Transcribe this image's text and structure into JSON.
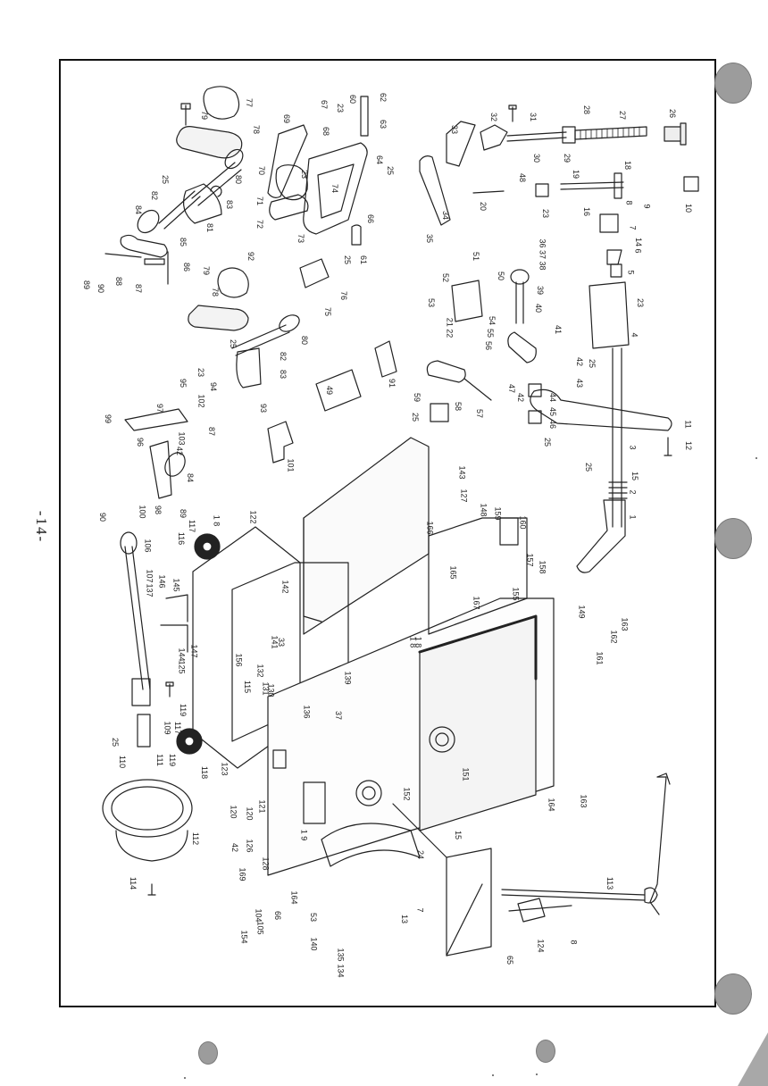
{
  "page": {
    "page_number": "-14-",
    "orientation": "rotated 90° clockwise",
    "type": "exploded parts diagram"
  },
  "punch_holes": [
    {
      "name": "punch-hole-top-right"
    },
    {
      "name": "punch-hole-mid-right"
    },
    {
      "name": "punch-hole-bottom-right"
    },
    {
      "name": "punch-hole-bottom-left"
    },
    {
      "name": "punch-hole-bottom-center"
    }
  ],
  "callouts": [
    {
      "id": "c77",
      "text": "77"
    },
    {
      "id": "c79a",
      "text": "79"
    },
    {
      "id": "c78a",
      "text": "78"
    },
    {
      "id": "c80a",
      "text": "80"
    },
    {
      "id": "c25a",
      "text": "25"
    },
    {
      "id": "c82a",
      "text": "82"
    },
    {
      "id": "c83a",
      "text": "83"
    },
    {
      "id": "c81",
      "text": "81"
    },
    {
      "id": "c84a",
      "text": "84"
    },
    {
      "id": "c85",
      "text": "85"
    },
    {
      "id": "c86",
      "text": "86"
    },
    {
      "id": "c87a",
      "text": "87"
    },
    {
      "id": "c88",
      "text": "88"
    },
    {
      "id": "c89a",
      "text": "89"
    },
    {
      "id": "c90a",
      "text": "90"
    },
    {
      "id": "c67",
      "text": "67"
    },
    {
      "id": "c69",
      "text": "69"
    },
    {
      "id": "c68",
      "text": "68"
    },
    {
      "id": "c70",
      "text": "70"
    },
    {
      "id": "c23a",
      "text": "23"
    },
    {
      "id": "c71",
      "text": "71"
    },
    {
      "id": "c72",
      "text": "72"
    },
    {
      "id": "c73",
      "text": "73"
    },
    {
      "id": "c74",
      "text": "74"
    },
    {
      "id": "c60",
      "text": "60"
    },
    {
      "id": "c23b",
      "text": "23"
    },
    {
      "id": "c62",
      "text": "62"
    },
    {
      "id": "c63",
      "text": "63"
    },
    {
      "id": "c64",
      "text": "64"
    },
    {
      "id": "c25b",
      "text": "25"
    },
    {
      "id": "c66",
      "text": "66"
    },
    {
      "id": "c61",
      "text": "61"
    },
    {
      "id": "c25c",
      "text": "25"
    },
    {
      "id": "c76",
      "text": "76"
    },
    {
      "id": "c75",
      "text": "75"
    },
    {
      "id": "c33a",
      "text": "33"
    },
    {
      "id": "c32",
      "text": "32"
    },
    {
      "id": "c31",
      "text": "31"
    },
    {
      "id": "c28",
      "text": "28"
    },
    {
      "id": "c27",
      "text": "27"
    },
    {
      "id": "c26",
      "text": "26"
    },
    {
      "id": "c30",
      "text": "30"
    },
    {
      "id": "c29",
      "text": "29"
    },
    {
      "id": "c48",
      "text": "48"
    },
    {
      "id": "c19",
      "text": "19"
    },
    {
      "id": "c18",
      "text": "18"
    },
    {
      "id": "c20",
      "text": "20"
    },
    {
      "id": "c23c",
      "text": "23"
    },
    {
      "id": "c8a",
      "text": "8"
    },
    {
      "id": "c9",
      "text": "9"
    },
    {
      "id": "c10",
      "text": "10"
    },
    {
      "id": "c16",
      "text": "16"
    },
    {
      "id": "c7a",
      "text": "7"
    },
    {
      "id": "c34",
      "text": "34"
    },
    {
      "id": "c35",
      "text": "35"
    },
    {
      "id": "c14",
      "text": "14"
    },
    {
      "id": "c6",
      "text": "6"
    },
    {
      "id": "c5",
      "text": "5"
    },
    {
      "id": "c23d",
      "text": "23"
    },
    {
      "id": "c4",
      "text": "4"
    },
    {
      "id": "c36",
      "text": "36 37 38"
    },
    {
      "id": "c51",
      "text": "51"
    },
    {
      "id": "c50",
      "text": "50"
    },
    {
      "id": "c52",
      "text": "52"
    },
    {
      "id": "c39",
      "text": "39"
    },
    {
      "id": "c40",
      "text": "40"
    },
    {
      "id": "c41",
      "text": "41"
    },
    {
      "id": "c53a",
      "text": "53"
    },
    {
      "id": "c21",
      "text": "21 22"
    },
    {
      "id": "c54",
      "text": "54"
    },
    {
      "id": "c55",
      "text": "55"
    },
    {
      "id": "c56",
      "text": "56"
    },
    {
      "id": "c42a",
      "text": "42"
    },
    {
      "id": "c25d",
      "text": "25"
    },
    {
      "id": "c43",
      "text": "43"
    },
    {
      "id": "c47",
      "text": "47"
    },
    {
      "id": "c42b",
      "text": "42"
    },
    {
      "id": "c44",
      "text": "44"
    },
    {
      "id": "c45",
      "text": "45"
    },
    {
      "id": "c46",
      "text": "46"
    },
    {
      "id": "c25e",
      "text": "25"
    },
    {
      "id": "c58",
      "text": "58"
    },
    {
      "id": "c57",
      "text": "57"
    },
    {
      "id": "c59",
      "text": "59"
    },
    {
      "id": "c25f",
      "text": "25"
    },
    {
      "id": "c11",
      "text": "11"
    },
    {
      "id": "c12",
      "text": "12"
    },
    {
      "id": "c3",
      "text": "3"
    },
    {
      "id": "c25g",
      "text": "25"
    },
    {
      "id": "c15a",
      "text": "15"
    },
    {
      "id": "c2",
      "text": "2"
    },
    {
      "id": "c1",
      "text": "1"
    },
    {
      "id": "c92",
      "text": "92"
    },
    {
      "id": "c79b",
      "text": "79"
    },
    {
      "id": "c78b",
      "text": "78"
    },
    {
      "id": "c80b",
      "text": "80"
    },
    {
      "id": "c25h",
      "text": "25"
    },
    {
      "id": "c82b",
      "text": "82"
    },
    {
      "id": "c83b",
      "text": "83"
    },
    {
      "id": "c93",
      "text": "93"
    },
    {
      "id": "c23e",
      "text": "23"
    },
    {
      "id": "c95",
      "text": "95"
    },
    {
      "id": "c94",
      "text": "94"
    },
    {
      "id": "c102",
      "text": "102"
    },
    {
      "id": "c97",
      "text": "97"
    },
    {
      "id": "c99",
      "text": "99"
    },
    {
      "id": "c87b",
      "text": "87"
    },
    {
      "id": "c96",
      "text": "96"
    },
    {
      "id": "c103",
      "text": "103"
    },
    {
      "id": "c42c",
      "text": "42"
    },
    {
      "id": "c84b",
      "text": "84"
    },
    {
      "id": "c98",
      "text": "98"
    },
    {
      "id": "c100",
      "text": "100"
    },
    {
      "id": "c90b",
      "text": "90"
    },
    {
      "id": "c89b",
      "text": "89"
    },
    {
      "id": "c49",
      "text": "49"
    },
    {
      "id": "c91",
      "text": "91"
    },
    {
      "id": "c101",
      "text": "101"
    },
    {
      "id": "c143",
      "text": "143"
    },
    {
      "id": "c127",
      "text": "127"
    },
    {
      "id": "c148",
      "text": "148"
    },
    {
      "id": "c159",
      "text": "159"
    },
    {
      "id": "c160",
      "text": "160"
    },
    {
      "id": "c166",
      "text": "166"
    },
    {
      "id": "c165",
      "text": "165"
    },
    {
      "id": "c157",
      "text": "157"
    },
    {
      "id": "c158",
      "text": "158"
    },
    {
      "id": "c155",
      "text": "155"
    },
    {
      "id": "c167",
      "text": "167"
    },
    {
      "id": "c149",
      "text": "149"
    },
    {
      "id": "c163a",
      "text": "163"
    },
    {
      "id": "c162",
      "text": "162"
    },
    {
      "id": "c161",
      "text": "161"
    },
    {
      "id": "c18b",
      "text": "1 8"
    },
    {
      "id": "c122",
      "text": "122"
    },
    {
      "id": "c18c",
      "text": "1 8"
    },
    {
      "id": "c117a",
      "text": "117"
    },
    {
      "id": "c116",
      "text": "116"
    },
    {
      "id": "c106",
      "text": "106"
    },
    {
      "id": "c107",
      "text": "107"
    },
    {
      "id": "c137",
      "text": "137"
    },
    {
      "id": "c146",
      "text": "146"
    },
    {
      "id": "c145",
      "text": "145"
    },
    {
      "id": "c142",
      "text": "142"
    },
    {
      "id": "c141",
      "text": "141"
    },
    {
      "id": "c33b",
      "text": "33"
    },
    {
      "id": "c144",
      "text": "144"
    },
    {
      "id": "c147",
      "text": "147"
    },
    {
      "id": "c125",
      "text": "125"
    },
    {
      "id": "c156",
      "text": "156"
    },
    {
      "id": "c132",
      "text": "132"
    },
    {
      "id": "c131",
      "text": "131"
    },
    {
      "id": "c130",
      "text": "130"
    },
    {
      "id": "c115",
      "text": "115"
    },
    {
      "id": "c139",
      "text": "139"
    },
    {
      "id": "c18d",
      "text": "1 8"
    },
    {
      "id": "c136",
      "text": "136"
    },
    {
      "id": "c37",
      "text": "37"
    },
    {
      "id": "c119a",
      "text": "119"
    },
    {
      "id": "c109",
      "text": "109"
    },
    {
      "id": "c117b",
      "text": "117"
    },
    {
      "id": "c25i",
      "text": "25"
    },
    {
      "id": "c110",
      "text": "110"
    },
    {
      "id": "c111",
      "text": "111"
    },
    {
      "id": "c119b",
      "text": "119"
    },
    {
      "id": "c118",
      "text": "118"
    },
    {
      "id": "c123",
      "text": "123"
    },
    {
      "id": "c151",
      "text": "151"
    },
    {
      "id": "c152",
      "text": "152"
    },
    {
      "id": "c121",
      "text": "121"
    },
    {
      "id": "c120a",
      "text": "120"
    },
    {
      "id": "c120b",
      "text": "120"
    },
    {
      "id": "c19b",
      "text": "1 9"
    },
    {
      "id": "c112",
      "text": "112"
    },
    {
      "id": "c126",
      "text": "126"
    },
    {
      "id": "c42d",
      "text": "42"
    },
    {
      "id": "c128",
      "text": "128"
    },
    {
      "id": "c169",
      "text": "169"
    },
    {
      "id": "c114",
      "text": "114"
    },
    {
      "id": "c164a",
      "text": "164"
    },
    {
      "id": "c66b",
      "text": "66"
    },
    {
      "id": "c104",
      "text": "104"
    },
    {
      "id": "c105",
      "text": "105"
    },
    {
      "id": "c154",
      "text": "154"
    },
    {
      "id": "c53b",
      "text": "53"
    },
    {
      "id": "c140",
      "text": "140"
    },
    {
      "id": "c135",
      "text": "135"
    },
    {
      "id": "c134",
      "text": "134"
    },
    {
      "id": "c15b",
      "text": "15"
    },
    {
      "id": "c24",
      "text": "24"
    },
    {
      "id": "c13",
      "text": "13"
    },
    {
      "id": "c7b",
      "text": "7"
    },
    {
      "id": "c163b",
      "text": "163"
    },
    {
      "id": "c164b",
      "text": "164"
    },
    {
      "id": "c113",
      "text": "113"
    },
    {
      "id": "c124",
      "text": "124"
    },
    {
      "id": "c8b",
      "text": "8"
    },
    {
      "id": "c65",
      "text": "65"
    }
  ]
}
